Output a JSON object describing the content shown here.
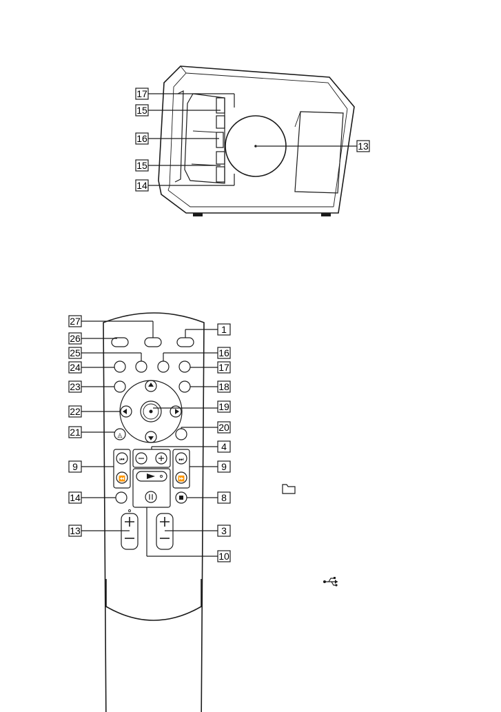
{
  "side_unit": {
    "callouts": [
      "17",
      "15",
      "16",
      "15",
      "14",
      "13"
    ]
  },
  "remote": {
    "callouts_left": [
      "27",
      "26",
      "25",
      "24",
      "23",
      "22",
      "21",
      "9",
      "14",
      "13"
    ],
    "callouts_right": [
      "1",
      "16",
      "17",
      "18",
      "19",
      "20",
      "4",
      "9",
      "8",
      "3",
      "10"
    ]
  },
  "icons": [
    "folder-icon",
    "usb-icon"
  ]
}
